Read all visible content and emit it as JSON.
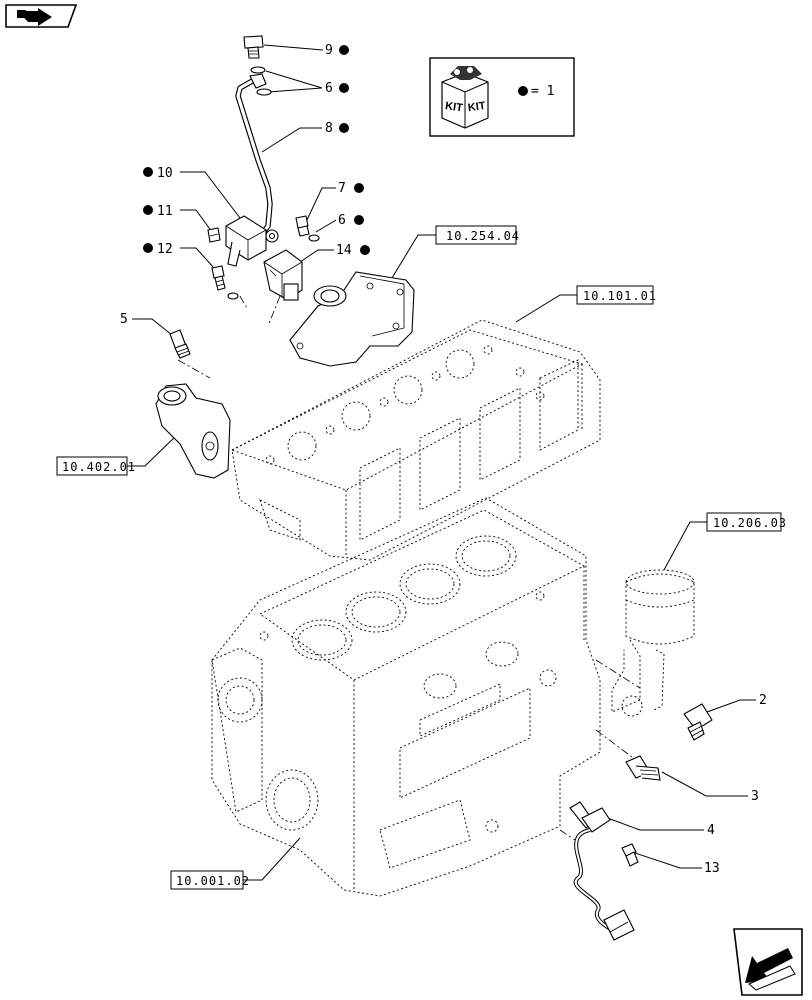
{
  "kit": {
    "label_left": "KIT",
    "label_right": "KIT",
    "legend": "= 1"
  },
  "callouts": {
    "c9": "9",
    "c6a": "6",
    "c8": "8",
    "c10": "10",
    "c11": "11",
    "c12": "12",
    "c7": "7",
    "c6b": "6",
    "c14": "14",
    "c5": "5",
    "c2": "2",
    "c3": "3",
    "c4": "4",
    "c13": "13"
  },
  "references": {
    "r1": "10.254.04",
    "r2": "10.101.01",
    "r3": "10.402.01",
    "r4": "10.206.03",
    "r5": "10.001.02"
  }
}
